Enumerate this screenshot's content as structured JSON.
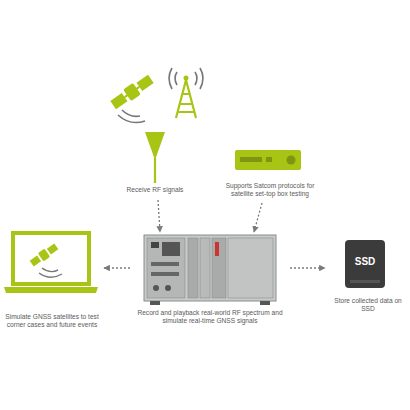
{
  "diagram": {
    "nodes": [
      {
        "text": [
          "Receive RF signals"
        ]
      },
      {
        "text": [
          "Supports Satcom protocols for satellite set-top box testing"
        ]
      },
      {
        "text": [
          "Simulate GNSS satellites to test corner cases and future events"
        ]
      },
      {
        "text": [
          "Record and playback real-world RF spectrum and simulate real-time GNSS signals"
        ]
      },
      {
        "text": [
          "SSD",
          "Store collected data on SSD"
        ]
      }
    ],
    "edges": [
      {
        "from": 0,
        "to": 3,
        "arrow": "to"
      },
      {
        "from": 1,
        "to": 3,
        "arrow": "to"
      },
      {
        "from": 3,
        "to": 2,
        "arrow": "to"
      },
      {
        "from": 3,
        "to": 4,
        "arrow": "to"
      }
    ]
  }
}
